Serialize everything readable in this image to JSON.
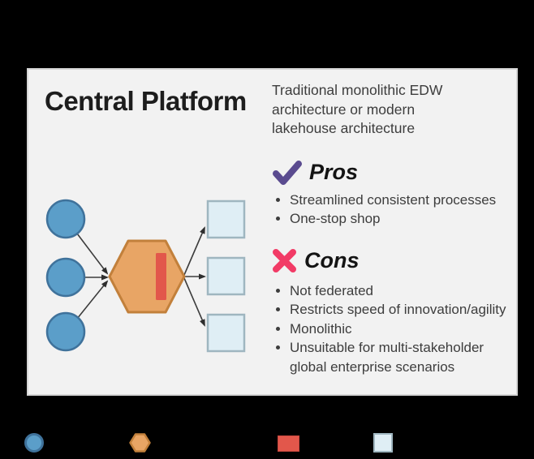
{
  "card": {
    "title": "Central Platform",
    "description": "Traditional monolithic EDW architecture or modern lakehouse architecture",
    "pros": {
      "heading": "Pros",
      "icon": "checkmark-icon",
      "items": [
        "Streamlined consistent processes",
        "One-stop shop"
      ]
    },
    "cons": {
      "heading": "Cons",
      "icon": "x-icon",
      "items": [
        "Not federated",
        "Restricts speed of innovation/agility",
        "Monolithic",
        "Unsuitable for multi-stakeholder global enterprise scenarios"
      ]
    }
  },
  "diagram": {
    "source_nodes": 3,
    "center_shape": "hexagon",
    "center_bar": "red-bar",
    "consumer_nodes": 3
  },
  "legend": {
    "shapes": [
      "circle",
      "hexagon",
      "red-square",
      "light-square"
    ]
  },
  "colors": {
    "background": "#000000",
    "card_bg": "#F2F2F2",
    "pros_check": "#5A4B8F",
    "cons_x": "#F23B66",
    "circle_fill": "#5B9EC9",
    "circle_stroke": "#3F729B",
    "hexagon_fill": "#E8A565",
    "hexagon_stroke": "#C2803B",
    "bar_fill": "#E2574B",
    "square_fill": "#DFEEF5",
    "square_stroke": "#9FB6C0",
    "arrow": "#3c3c3c"
  }
}
